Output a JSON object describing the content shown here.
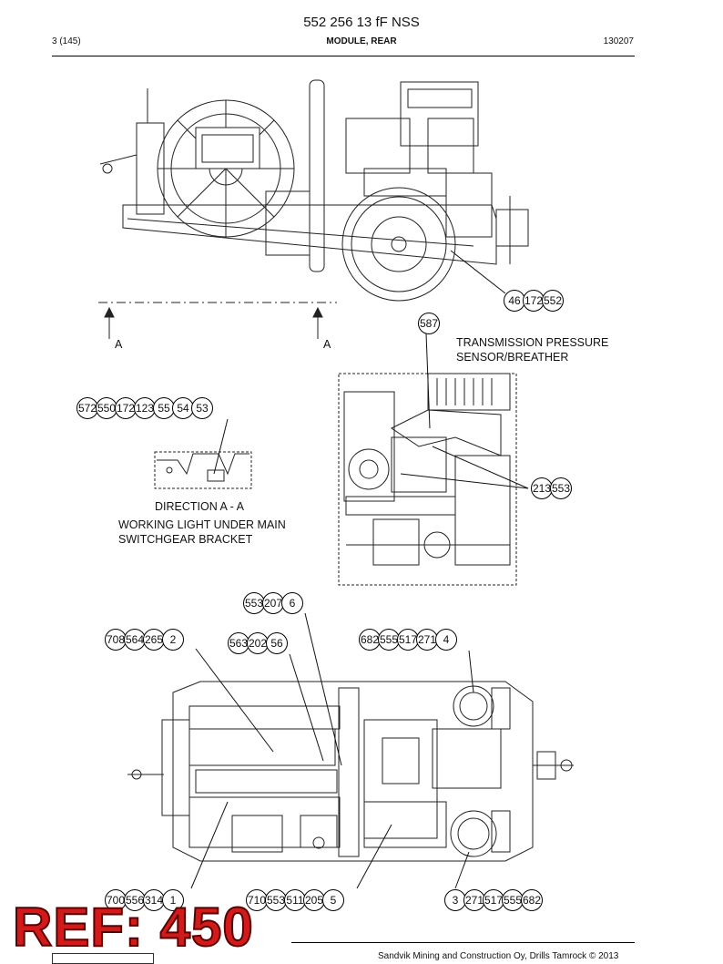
{
  "header": {
    "doc_title": "552 256 13 fF NSS",
    "page_num": "3 (145)",
    "section": "MODULE, REAR",
    "date": "130207"
  },
  "section_marks": {
    "left": "A",
    "right": "A"
  },
  "labels": {
    "transmission_1": "TRANSMISSION PRESSURE",
    "transmission_2": "SENSOR/BREATHER",
    "direction": "DIRECTION A - A",
    "working_1": "WORKING LIGHT UNDER MAIN",
    "working_2": "SWITCHGEAR BRACKET"
  },
  "callouts": {
    "c_46": [
      "46",
      "172",
      "552"
    ],
    "c_587": [
      "587"
    ],
    "c_572": [
      "572",
      "550",
      "172",
      "123",
      "55",
      "54",
      "53"
    ],
    "c_213": [
      "213",
      "553"
    ],
    "c_553": [
      "553",
      "207",
      "6"
    ],
    "c_708": [
      "708",
      "564",
      "265",
      "2"
    ],
    "c_563": [
      "563",
      "202",
      "56"
    ],
    "c_682": [
      "682",
      "555",
      "517",
      "271",
      "4"
    ],
    "c_700": [
      "700",
      "556",
      "314",
      "1"
    ],
    "c_710": [
      "710",
      "553",
      "511",
      "205",
      "5"
    ],
    "c_3": [
      "3",
      "271",
      "517",
      "555",
      "682"
    ]
  },
  "stamp": "REF: 450",
  "footer": "Sandvik Mining and Construction Oy, Drills Tamrock © 2013"
}
